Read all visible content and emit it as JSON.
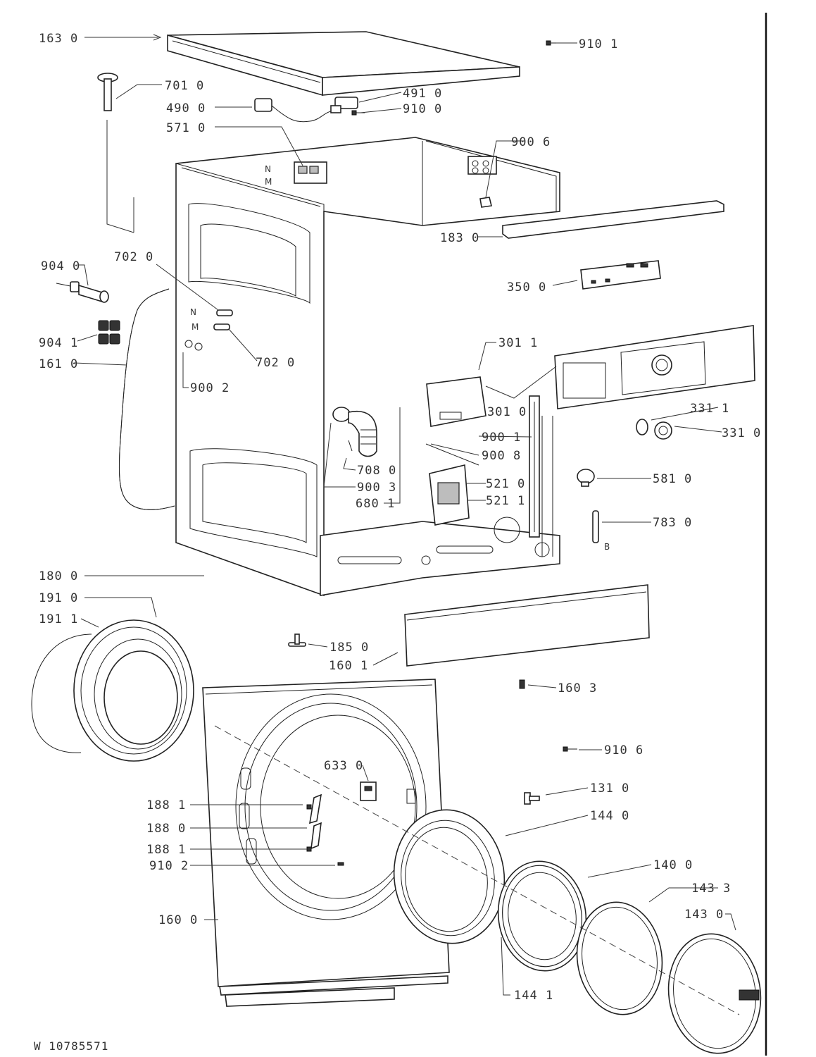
{
  "document_id": "W 10785571",
  "callouts": [
    {
      "id": "c-163-0",
      "text": "163 0"
    },
    {
      "id": "c-910-1",
      "text": "910 1"
    },
    {
      "id": "c-701-0",
      "text": "701 0"
    },
    {
      "id": "c-491-0",
      "text": "491 0"
    },
    {
      "id": "c-490-0",
      "text": "490 0"
    },
    {
      "id": "c-910-0",
      "text": "910 0"
    },
    {
      "id": "c-571-0",
      "text": "571 0"
    },
    {
      "id": "c-900-6",
      "text": "900 6"
    },
    {
      "id": "c-183-0",
      "text": "183 0"
    },
    {
      "id": "c-904-0",
      "text": "904 0"
    },
    {
      "id": "c-702-0a",
      "text": "702 0"
    },
    {
      "id": "c-350-0",
      "text": "350 0"
    },
    {
      "id": "c-904-1",
      "text": "904 1"
    },
    {
      "id": "c-702-0b",
      "text": "702 0"
    },
    {
      "id": "c-161-0",
      "text": "161 0"
    },
    {
      "id": "c-301-1",
      "text": "301 1"
    },
    {
      "id": "c-900-2",
      "text": "900 2"
    },
    {
      "id": "c-301-0",
      "text": "301 0"
    },
    {
      "id": "c-331-1",
      "text": "331 1"
    },
    {
      "id": "c-331-0",
      "text": "331 0"
    },
    {
      "id": "c-900-1",
      "text": "900 1"
    },
    {
      "id": "c-900-8",
      "text": "900 8"
    },
    {
      "id": "c-708-0",
      "text": "708 0"
    },
    {
      "id": "c-521-0",
      "text": "521 0"
    },
    {
      "id": "c-581-0",
      "text": "581 0"
    },
    {
      "id": "c-900-3",
      "text": "900 3"
    },
    {
      "id": "c-521-1",
      "text": "521 1"
    },
    {
      "id": "c-680-1",
      "text": "680 1"
    },
    {
      "id": "c-783-0",
      "text": "783 0"
    },
    {
      "id": "c-180-0",
      "text": "180 0"
    },
    {
      "id": "c-191-0",
      "text": "191 0"
    },
    {
      "id": "c-191-1",
      "text": "191 1"
    },
    {
      "id": "c-185-0",
      "text": "185 0"
    },
    {
      "id": "c-160-1",
      "text": "160 1"
    },
    {
      "id": "c-160-3",
      "text": "160 3"
    },
    {
      "id": "c-910-6",
      "text": "910 6"
    },
    {
      "id": "c-633-0",
      "text": "633 0"
    },
    {
      "id": "c-131-0",
      "text": "131 0"
    },
    {
      "id": "c-188-1a",
      "text": "188 1"
    },
    {
      "id": "c-144-0",
      "text": "144 0"
    },
    {
      "id": "c-188-0",
      "text": "188 0"
    },
    {
      "id": "c-188-1b",
      "text": "188 1"
    },
    {
      "id": "c-910-2",
      "text": "910 2"
    },
    {
      "id": "c-140-0",
      "text": "140 0"
    },
    {
      "id": "c-143-3",
      "text": "143 3"
    },
    {
      "id": "c-160-0",
      "text": "160 0"
    },
    {
      "id": "c-143-0",
      "text": "143 0"
    },
    {
      "id": "c-144-1",
      "text": "144 1"
    }
  ],
  "wire_marks": {
    "n1": "N",
    "m1": "M",
    "n2": "N",
    "m2": "M",
    "b": "B"
  },
  "colors": {
    "line": "#222222",
    "text": "#333333",
    "background": "#ffffff"
  }
}
